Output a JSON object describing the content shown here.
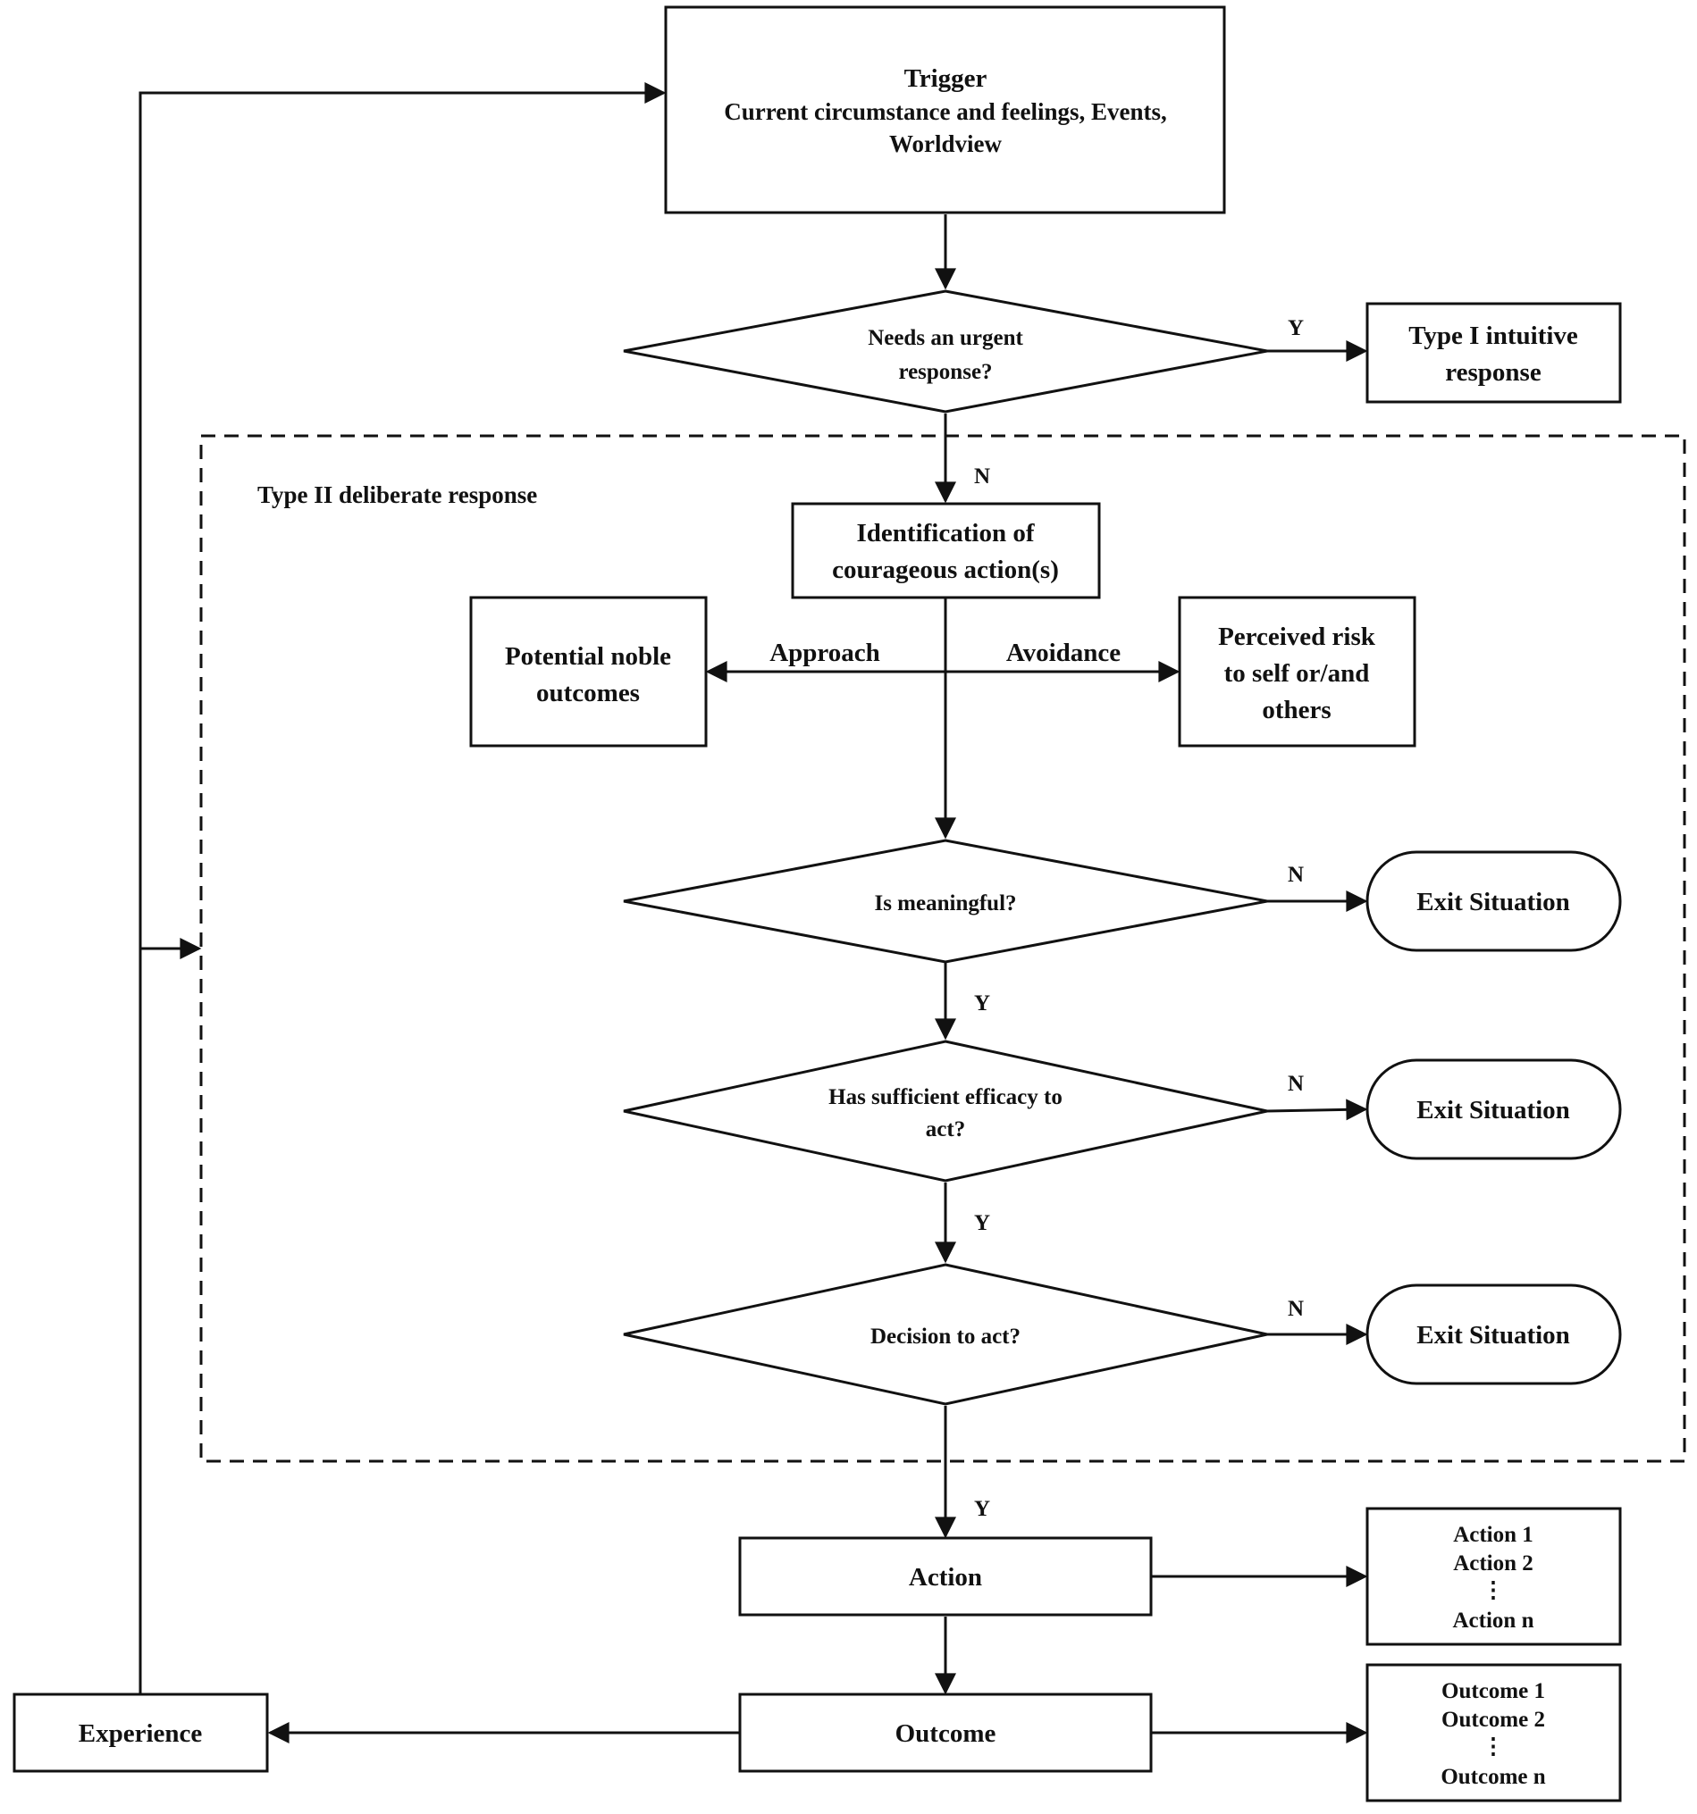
{
  "nodes": {
    "trigger": {
      "title": "Trigger",
      "line1": "Current circumstance and feelings, Events,",
      "line2": "Worldview"
    },
    "urgent": {
      "line1": "Needs an urgent",
      "line2": "response?"
    },
    "type1": {
      "line1": "Type I intuitive",
      "line2": "response"
    },
    "type2_label": "Type II deliberate response",
    "identification": {
      "line1": "Identification of",
      "line2": "courageous action(s)"
    },
    "noble": {
      "line1": "Potential noble",
      "line2": "outcomes"
    },
    "risk": {
      "line1": "Perceived risk",
      "line2": "to self or/and",
      "line3": "others"
    },
    "meaningful": "Is meaningful?",
    "efficacy": {
      "line1": "Has sufficient efficacy to",
      "line2": "act?"
    },
    "decision": "Decision to act?",
    "exit1": "Exit Situation",
    "exit2": "Exit Situation",
    "exit3": "Exit Situation",
    "action": "Action",
    "outcome": "Outcome",
    "experience": "Experience",
    "actions_list": [
      "Action 1",
      "Action 2",
      "⋮",
      "Action n"
    ],
    "outcomes_list": [
      "Outcome 1",
      "Outcome 2",
      "⋮",
      "Outcome n"
    ]
  },
  "edge_labels": {
    "urgent_yes": "Y",
    "urgent_no": "N",
    "approach": "Approach",
    "avoidance": "Avoidance",
    "meaningful_no": "N",
    "meaningful_yes": "Y",
    "efficacy_no": "N",
    "efficacy_yes": "Y",
    "decision_no": "N",
    "decision_yes": "Y"
  }
}
